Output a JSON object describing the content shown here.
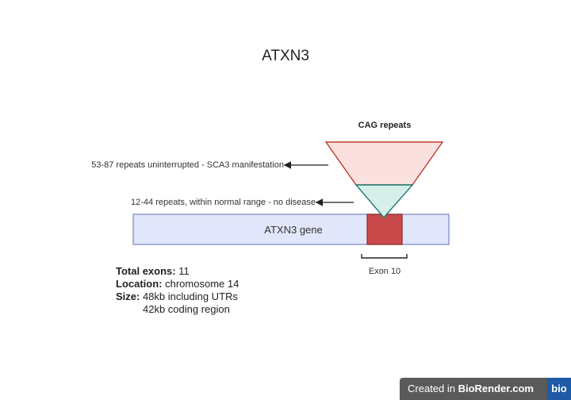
{
  "title": "ATXN3",
  "triangle": {
    "label": "CAG repeats"
  },
  "annotations": {
    "expanded": "53-87 repeats uninterrupted - SCA3 manifestation",
    "normal": "12-44 repeats, within normal range - no disease"
  },
  "gene": {
    "label": "ATXN3 gene",
    "exon_label": "Exon 10"
  },
  "info": {
    "exons_key": "Total exons:",
    "exons_value": " 11",
    "location_key": "Location:",
    "location_value": " chromosome 14",
    "size_key": "Size:",
    "size_value": " 48kb including UTRs",
    "size_value_2": "42kb coding region"
  },
  "watermark": {
    "prefix": "Created in ",
    "brand": "BioRender.com",
    "logo": "bio"
  },
  "colors": {
    "gene_fill": "#e2e6fa",
    "gene_stroke": "#7a86c4",
    "exon_fill": "#c94a4a",
    "exon_stroke": "#8a2a2a",
    "triangle_top_fill": "#fbe0e0",
    "triangle_top_stroke": "#c0392b",
    "triangle_bottom_fill": "#d6efe9",
    "triangle_bottom_stroke": "#1f7a72"
  }
}
